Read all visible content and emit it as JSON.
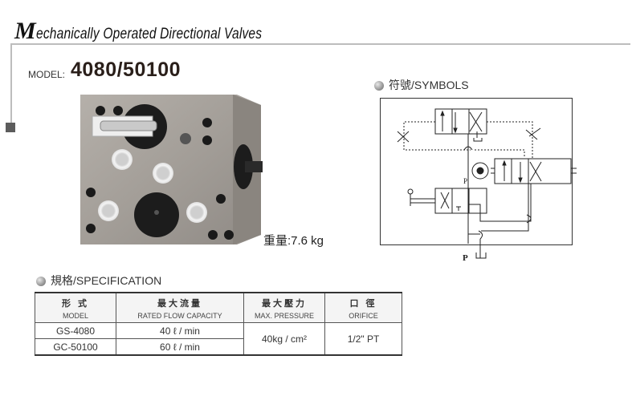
{
  "header": {
    "title_initial": "M",
    "title_rest": "echanically Operated Directional Valves"
  },
  "model": {
    "label": "MODEL:",
    "number": "4080/50100"
  },
  "product": {
    "image_alt": "Mechanically operated directional valve block",
    "weight": "重量:7.6 kg"
  },
  "symbols": {
    "heading": "符號/SYMBOLS",
    "port_p_top": "P",
    "port_p_bottom": "P",
    "port_t": "T"
  },
  "specification": {
    "heading": "規格/SPECIFICATION",
    "columns": [
      {
        "zh": "形 式",
        "en": "MODEL"
      },
      {
        "zh": "最大流量",
        "en": "RATED FLOW CAPACITY"
      },
      {
        "zh": "最大壓力",
        "en": "MAX. PRESSURE"
      },
      {
        "zh": "口 徑",
        "en": "ORIFICE"
      }
    ],
    "rows": [
      {
        "model": "GS-4080",
        "flow": "40 ℓ / min"
      },
      {
        "model": "GC-50100",
        "flow": "60 ℓ / min"
      }
    ],
    "shared": {
      "pressure": "40kg / cm²",
      "orifice": "1/2\" PT"
    }
  },
  "colors": {
    "rule_gray": "#bdbdbd",
    "marker_dark": "#5c5c5c",
    "model_text": "#2a1f1a"
  }
}
